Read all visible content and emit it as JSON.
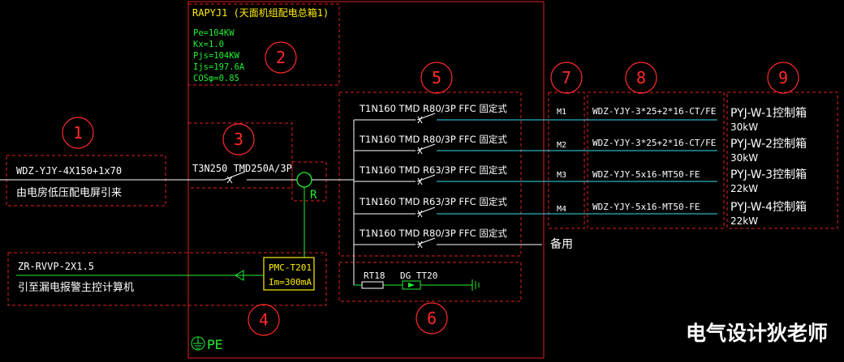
{
  "colors": {
    "background": "#000000",
    "frame": "#e02020",
    "callout": "#ff2a2a",
    "text": "#ffffff",
    "green": "#22ee33",
    "label_yellow": "#ffee00",
    "cyan": "#33ddee"
  },
  "panel": {
    "title": "RAPYJ1 (天面机组配电总箱1)",
    "params": [
      "Pe=104KW",
      "Kx=1.0",
      "Pjs=104KW",
      "Ijs=197.6A",
      "COSφ=0.85"
    ]
  },
  "incoming": {
    "cable": "WDZ-YJY-4X150+1x70",
    "source": "由电房低压配电屏引来",
    "main_breaker": "T3N250 TMD250A/3P",
    "ct_label": "R"
  },
  "alarm": {
    "cable": "ZR-RVVP-2X1.5",
    "destination": "引至漏电报警主控计算机",
    "device_model": "PMC-T201",
    "device_rating": "Im=300mA"
  },
  "branches": [
    {
      "breaker": "T1N160 TMD R80/3P FFC 固定式",
      "circuit": "M1",
      "cable": "WDZ-YJY-3*25+2*16-CT/FE",
      "load": "PYJ-W-1控制箱",
      "power": "30kW"
    },
    {
      "breaker": "T1N160 TMD R80/3P FFC 固定式",
      "circuit": "M2",
      "cable": "WDZ-YJY-3*25+2*16-CT/FE",
      "load": "PYJ-W-2控制箱",
      "power": "30kW"
    },
    {
      "breaker": "T1N160 TMD R63/3P FFC 固定式",
      "circuit": "M3",
      "cable": "WDZ-YJY-5x16-MT50-FE",
      "load": "PYJ-W-3控制箱",
      "power": "22kW"
    },
    {
      "breaker": "T1N160 TMD R63/3P FFC 固定式",
      "circuit": "M4",
      "cable": "WDZ-YJY-5x16-MT50-FE",
      "load": "PYJ-W-4控制箱",
      "power": "22kW"
    },
    {
      "breaker": "T1N160 TMD R80/3P FFC 固定式",
      "circuit": "",
      "cable": "",
      "load": "备用",
      "power": ""
    }
  ],
  "surge": {
    "fuse": "RT18",
    "spd": "DG TT20"
  },
  "ground_label": "PE",
  "callouts": [
    "1",
    "2",
    "3",
    "4",
    "5",
    "6",
    "7",
    "8",
    "9"
  ],
  "watermark": "电气设计狄老师"
}
